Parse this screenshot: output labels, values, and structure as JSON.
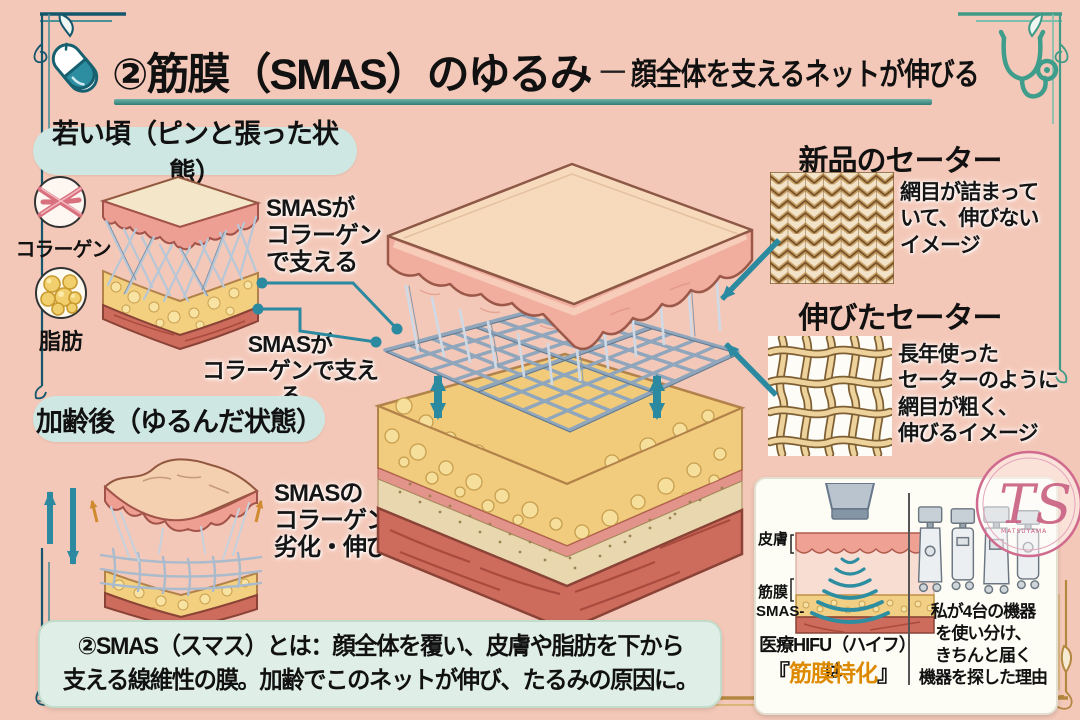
{
  "colors": {
    "background": "#f4c8b8",
    "teal_accent": "#2b89a0",
    "underline_teal": "#3f8b84",
    "pill_background": "#cfe7e2",
    "note_background": "#dfeee6",
    "highlight_orange": "#dd8a00",
    "logo_pink": "#cc6487",
    "corner_gold": "#b3873f"
  },
  "header": {
    "title": "②筋膜（SMAS）のゆるみ",
    "dash": "─",
    "subtitle": "顔全体を支えるネットが伸びる"
  },
  "young": {
    "title": "若い頃（ピンと張った状態）",
    "legend_collagen": "コラーゲン",
    "legend_fat": "脂肪",
    "callout_top": "SMASが\nコラーゲン\nで支える",
    "callout_bottom": "SMASが\nコラーゲンで支える"
  },
  "aged": {
    "title": "加齢後（ゆるんだ状態）",
    "callout": "SMASの\nコラーゲンが\n劣化・伸びる"
  },
  "sweater_new": {
    "title": "新品のセーター",
    "desc": "網目が詰まって\nいて、伸びない\nイメージ"
  },
  "sweater_stretched": {
    "title": "伸びたセーター",
    "desc": "長年使った\nセーターのように\n網目が粗く、\n伸びるイメージ"
  },
  "note": {
    "text": "②SMAS（スマス）とは：顔全体を覆い、皮膚や脂肪を下から\n支える線維性の膜。加齢でこのネットが伸び、たるみの原因に。"
  },
  "hifu": {
    "label_skin": "皮膚",
    "label_fascia": "筋膜",
    "label_smas": "SMAS-",
    "caption_line1": "医療HIFU（ハイフ）は",
    "quote_open": "『",
    "highlight": "筋膜特化",
    "quote_close": "』",
    "right_text": "私が4台の機器\nを使い分け、\nきちんと届く\n機器を探した理由"
  },
  "logo": {
    "initials": "TS",
    "name": "MATSUYAMA"
  }
}
